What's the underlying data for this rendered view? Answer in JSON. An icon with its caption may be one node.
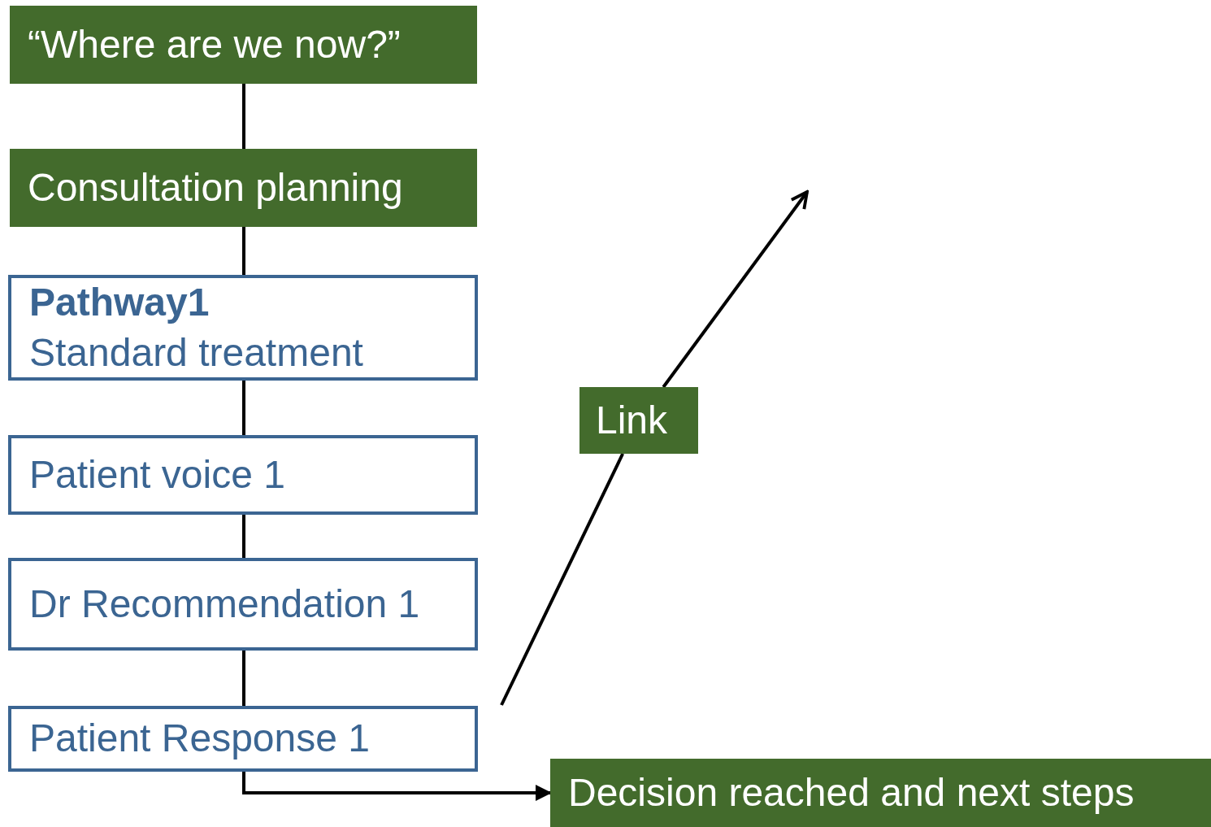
{
  "diagram": {
    "nodes": [
      {
        "text": [
          "“Where are we now?”"
        ]
      },
      {
        "text": [
          "Consultation planning"
        ]
      },
      {
        "text": [
          "Pathway1",
          "Standard treatment"
        ]
      },
      {
        "text": [
          "Patient voice 1"
        ]
      },
      {
        "text": [
          "Dr Recommendation 1"
        ]
      },
      {
        "text": [
          "Patient Response 1"
        ]
      },
      {
        "text": [
          "Decision reached and next steps"
        ]
      },
      {
        "text": [
          "Link"
        ]
      }
    ],
    "edges": [
      {
        "from": 0,
        "to": 1,
        "arrow": "none"
      },
      {
        "from": 1,
        "to": 2,
        "arrow": "none"
      },
      {
        "from": 2,
        "to": 3,
        "arrow": "none"
      },
      {
        "from": 3,
        "to": 4,
        "arrow": "none"
      },
      {
        "from": 4,
        "to": 5,
        "arrow": "none"
      },
      {
        "from": 5,
        "to": 6,
        "arrow": "to"
      },
      {
        "from": null,
        "to": 7,
        "arrow": "none"
      },
      {
        "from": 7,
        "to": null,
        "arrow": "to"
      }
    ]
  }
}
